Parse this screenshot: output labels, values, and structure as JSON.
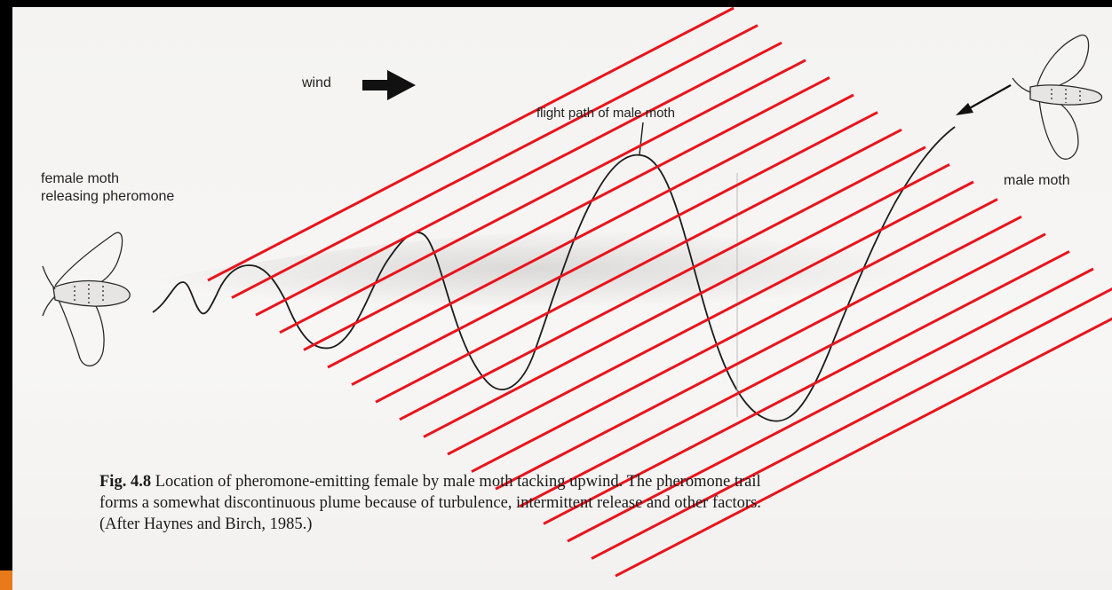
{
  "labels": {
    "wind": "wind",
    "flight_path": "flight path of male moth",
    "female_line1": "female moth",
    "female_line2": "releasing pheromone",
    "male": "male moth"
  },
  "caption": {
    "fig_label": "Fig. 4.8",
    "line1": "Location of pheromone-emitting female by male moth tacking upwind. The pheromone trail",
    "line2": "forms a somewhat discontinuous plume because of turbulence, intermittent release and other factors.",
    "line3": "(After Haynes and Birch, 1985.)"
  },
  "colors": {
    "overlay_lines": "#e8141c",
    "accent_bar": "#e97a1c",
    "ink": "#222222"
  },
  "icons": [
    "wind-arrow-icon",
    "female-moth-icon",
    "male-moth-icon",
    "direction-arrow-icon"
  ]
}
